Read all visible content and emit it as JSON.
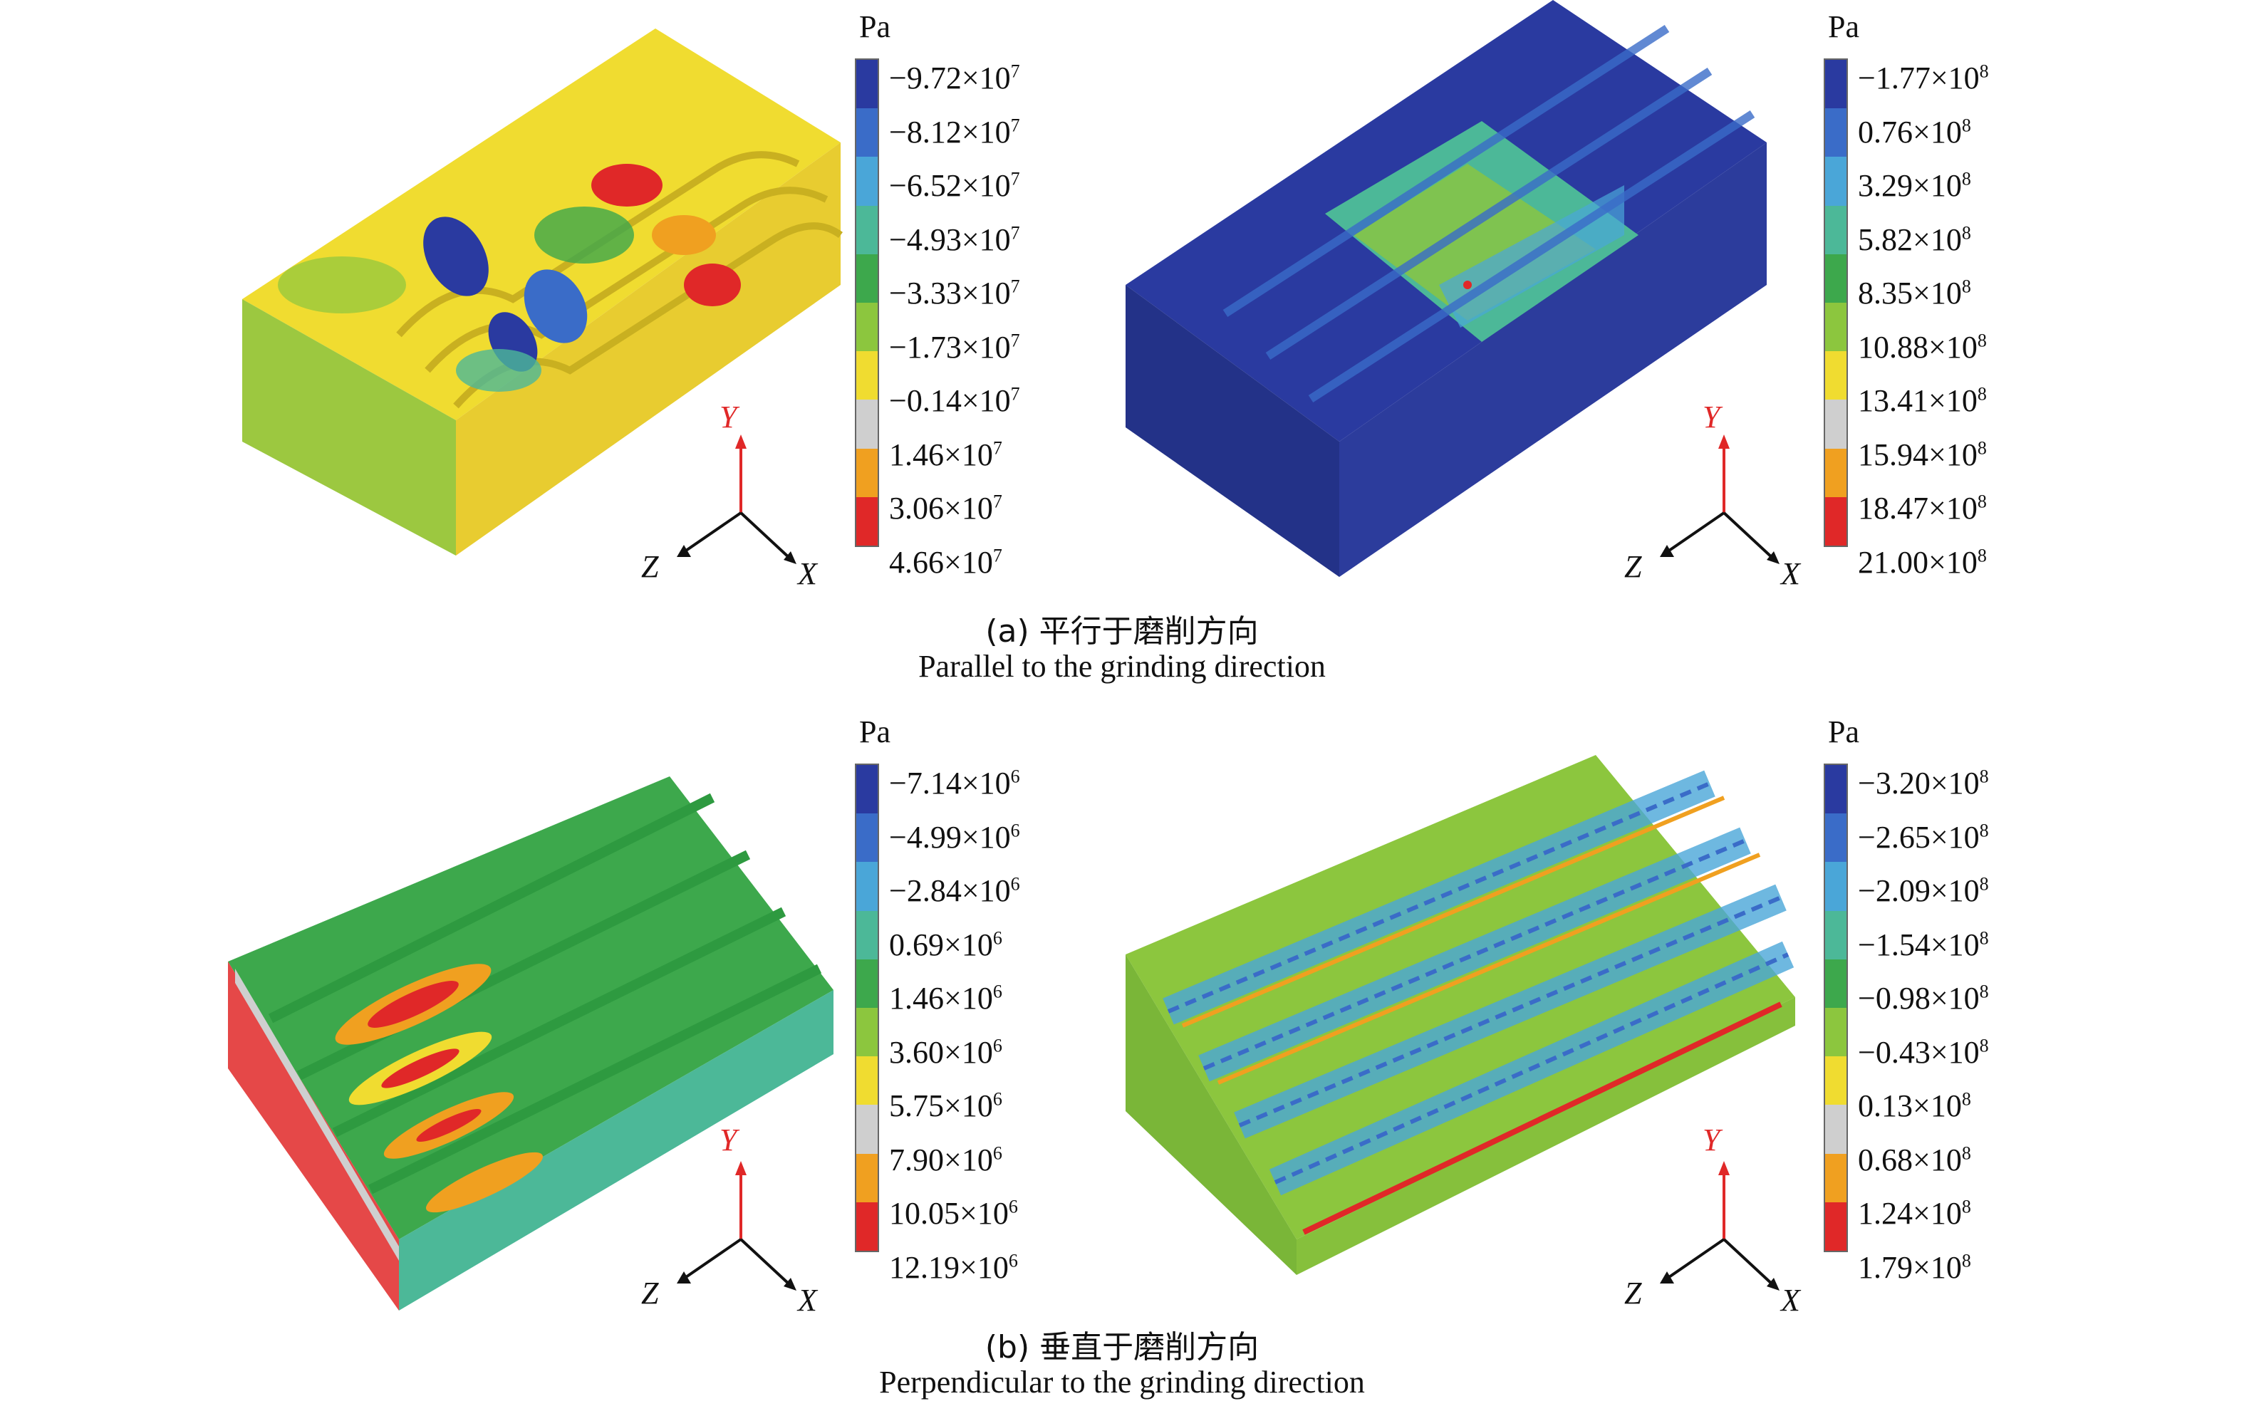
{
  "unit": "Pa",
  "colors": {
    "c1": "#2a3aa0",
    "c2": "#3a6cc8",
    "c3": "#4aa6d8",
    "c4": "#4cb898",
    "c5": "#3da84c",
    "c6": "#8cc63e",
    "c7": "#f0dc30",
    "c8": "#cfcfcf",
    "c9": "#f0a020",
    "c10": "#e02828"
  },
  "axes": {
    "x": "X",
    "y": "Y",
    "z": "Z"
  },
  "panel_a": {
    "caption_zh": "(a) 平行于磨削方向",
    "caption_en": "Parallel to the grinding direction",
    "legend_left": {
      "unit": "Pa",
      "items": [
        {
          "mant": "−9.72×10",
          "exp": "7"
        },
        {
          "mant": "−8.12×10",
          "exp": "7"
        },
        {
          "mant": "−6.52×10",
          "exp": "7"
        },
        {
          "mant": "−4.93×10",
          "exp": "7"
        },
        {
          "mant": "−3.33×10",
          "exp": "7"
        },
        {
          "mant": "−1.73×10",
          "exp": "7"
        },
        {
          "mant": "−0.14×10",
          "exp": "7"
        },
        {
          "mant": "1.46×10",
          "exp": "7"
        },
        {
          "mant": "3.06×10",
          "exp": "7"
        },
        {
          "mant": "4.66×10",
          "exp": "7"
        }
      ]
    },
    "legend_right": {
      "unit": "Pa",
      "items": [
        {
          "mant": "−1.77×10",
          "exp": "8"
        },
        {
          "mant": "0.76×10",
          "exp": "8"
        },
        {
          "mant": "3.29×10",
          "exp": "8"
        },
        {
          "mant": "5.82×10",
          "exp": "8"
        },
        {
          "mant": "8.35×10",
          "exp": "8"
        },
        {
          "mant": "10.88×10",
          "exp": "8"
        },
        {
          "mant": "13.41×10",
          "exp": "8"
        },
        {
          "mant": "15.94×10",
          "exp": "8"
        },
        {
          "mant": "18.47×10",
          "exp": "8"
        },
        {
          "mant": "21.00×10",
          "exp": "8"
        }
      ]
    }
  },
  "panel_b": {
    "caption_zh": "(b) 垂直于磨削方向",
    "caption_en": "Perpendicular to the grinding direction",
    "legend_left": {
      "unit": "Pa",
      "items": [
        {
          "mant": "−7.14×10",
          "exp": "6"
        },
        {
          "mant": "−4.99×10",
          "exp": "6"
        },
        {
          "mant": "−2.84×10",
          "exp": "6"
        },
        {
          "mant": "0.69×10",
          "exp": "6"
        },
        {
          "mant": "1.46×10",
          "exp": "6"
        },
        {
          "mant": "3.60×10",
          "exp": "6"
        },
        {
          "mant": "5.75×10",
          "exp": "6"
        },
        {
          "mant": "7.90×10",
          "exp": "6"
        },
        {
          "mant": "10.05×10",
          "exp": "6"
        },
        {
          "mant": "12.19×10",
          "exp": "6"
        }
      ]
    },
    "legend_right": {
      "unit": "Pa",
      "items": [
        {
          "mant": "−3.20×10",
          "exp": "8"
        },
        {
          "mant": "−2.65×10",
          "exp": "8"
        },
        {
          "mant": "−2.09×10",
          "exp": "8"
        },
        {
          "mant": "−1.54×10",
          "exp": "8"
        },
        {
          "mant": "−0.98×10",
          "exp": "8"
        },
        {
          "mant": "−0.43×10",
          "exp": "8"
        },
        {
          "mant": "0.13×10",
          "exp": "8"
        },
        {
          "mant": "0.68×10",
          "exp": "8"
        },
        {
          "mant": "1.24×10",
          "exp": "8"
        },
        {
          "mant": "1.79×10",
          "exp": "8"
        }
      ]
    }
  }
}
